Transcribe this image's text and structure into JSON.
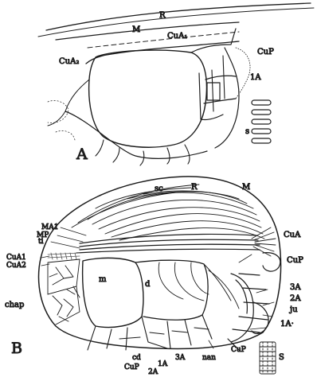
{
  "figure_a": {
    "panel_label": "A",
    "labels": {
      "R": "R",
      "M": "M",
      "CuA1": "CuA₁",
      "CuA2": "CuA₂",
      "CuP": "CuP",
      "1A": "1A",
      "s": "s"
    }
  },
  "figure_b": {
    "panel_label": "B",
    "labels": {
      "sc": "sc",
      "R": "R",
      "M": "M",
      "MA1": "MA1",
      "MP": "MP",
      "ti": "ti",
      "CuA": "CuA",
      "CuA1": "CuA1",
      "CuA2": "CuA2",
      "CuP_right": "CuP",
      "3A_right": "3A",
      "2A_right": "2A",
      "ju": "ju",
      "1A_right": "1A·",
      "chap": "chap",
      "m": "m",
      "d": "d",
      "cd": "cd",
      "CuP_bottom_left": "CuP",
      "1A_bottom": "1A",
      "2A_bottom": "2A",
      "3A_bottom": "3A",
      "nan": "nan",
      "CuP_bottom_right": "CuP",
      "S": "S"
    }
  },
  "colors": {
    "ink": "#1c1c1c",
    "hatch": "#555555",
    "paper": "#ffffff"
  }
}
